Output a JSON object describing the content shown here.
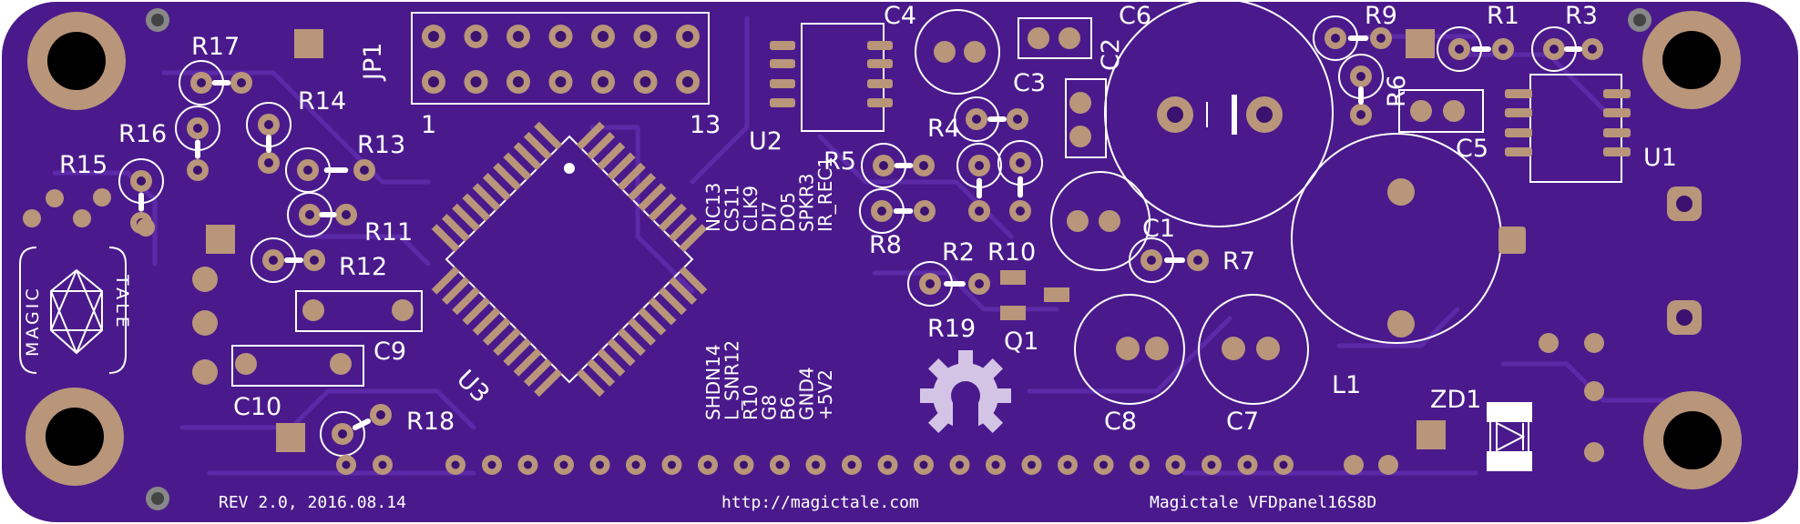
{
  "board": {
    "colors": {
      "soldermask": "#4a1a8c",
      "soldermask_dark": "#3b1270",
      "trace": "#5a2aa3",
      "pad": "#b9957a",
      "silk": "#ffffff",
      "hole": "#000000"
    },
    "labels": {
      "jp1": "JP1",
      "pin_1": "1",
      "pin_13": "13",
      "u1": "U1",
      "u2": "U2",
      "u3": "U3",
      "c1": "C1",
      "c2": "C2",
      "c3": "C3",
      "c4": "C4",
      "c5": "C5",
      "c6": "C6",
      "c7": "C7",
      "c8": "C8",
      "c9": "C9",
      "c10": "C10",
      "r1": "R1",
      "r2": "R2",
      "r3": "R3",
      "r4": "R4",
      "r5": "R5",
      "r6": "R6",
      "r7": "R7",
      "r8": "R8",
      "r9": "R9",
      "r10": "R10",
      "r11": "R11",
      "r12": "R12",
      "r13": "R13",
      "r14": "R14",
      "r15": "R15",
      "r16": "R16",
      "r17": "R17",
      "r18": "R18",
      "r19": "R19",
      "q1": "Q1",
      "l1": "L1",
      "zd1": "ZD1",
      "logo_left": "MAGIC",
      "logo_right": "TALE"
    },
    "pin_labels_upper": [
      "NC13",
      "CS11",
      "CLK9",
      "DI7",
      "DO5",
      "SPKR3",
      "IR_REC1"
    ],
    "pin_labels_lower": [
      "SHDN14",
      "L_SNR12",
      "R10",
      "G8",
      "B6",
      "GND4",
      "+5V2"
    ],
    "footer": {
      "rev": "REV 2.0, 2016.08.14",
      "url": "http://magictale.com",
      "product": "Magictale VFDpanel16S8D"
    }
  }
}
